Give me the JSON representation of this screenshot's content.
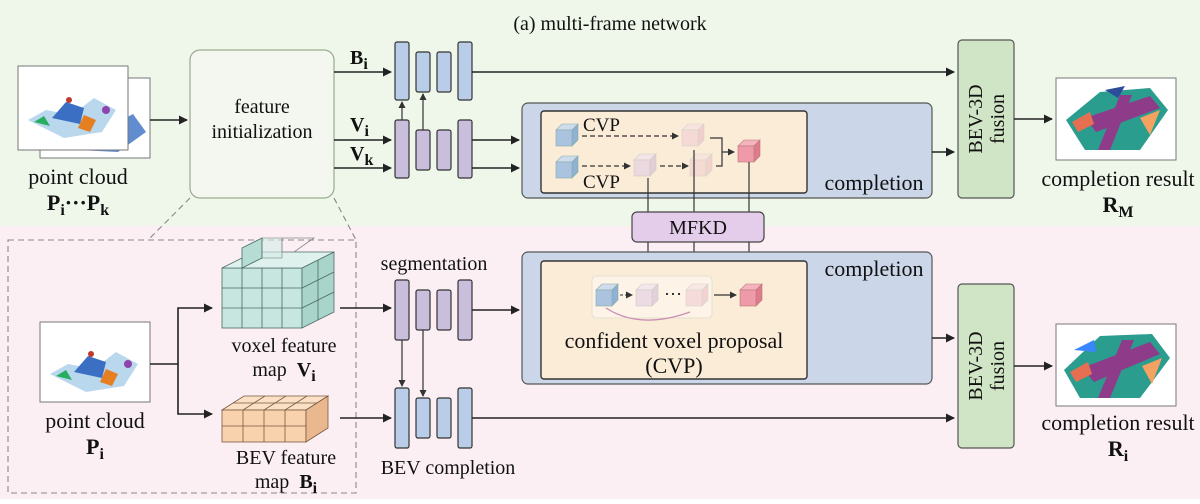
{
  "title": "(a) multi-frame network",
  "colors": {
    "top_bg": "#eef7e9",
    "bottom_bg": "#fbeff4",
    "blue_block": "#b9cde9",
    "purple_block": "#c9bfdc",
    "completion_panel": "#cbd6e9",
    "cvp_panel": "#fbecd8",
    "fusion": "#cfe5c5",
    "mfkd": "#e4cdea",
    "teal_voxel": "#c6e6df",
    "orange_bev": "#f8d1ad",
    "red_cube": "#ef9aa8"
  },
  "top": {
    "input_label": "point cloud",
    "input_var": "P",
    "input_sub_i": "i",
    "input_dots": "···",
    "input_var2": "P",
    "input_sub_k": "k",
    "feature_init_line1": "feature",
    "feature_init_line2": "initialization",
    "b_label": "B",
    "b_sub": "i",
    "vi_label": "V",
    "vi_sub": "i",
    "vk_label": "V",
    "vk_sub": "k",
    "cvp_label_top": "CVP",
    "cvp_label_bottom": "CVP",
    "completion_label": "completion",
    "fusion_line1": "BEV-3D",
    "fusion_line2": "fusion",
    "result_label": "completion result",
    "result_var": "R",
    "result_sub": "M"
  },
  "mfkd_label": "MFKD",
  "bottom": {
    "input_label": "point cloud",
    "input_var": "P",
    "input_sub": "i",
    "voxel_line1": "voxel feature",
    "voxel_line2": "map",
    "voxel_var": "V",
    "voxel_sub": "i",
    "bev_line1": "BEV feature",
    "bev_line2": "map",
    "bev_var": "B",
    "bev_sub": "i",
    "segmentation_label": "segmentation",
    "bev_completion_label": "BEV completion",
    "completion_label": "completion",
    "cvp_line1": "confident voxel proposal",
    "cvp_line2": "(CVP)",
    "cvp_dots": "···",
    "fusion_line1": "BEV-3D",
    "fusion_line2": "fusion",
    "result_label": "completion result",
    "result_var": "R",
    "result_sub": "i"
  }
}
